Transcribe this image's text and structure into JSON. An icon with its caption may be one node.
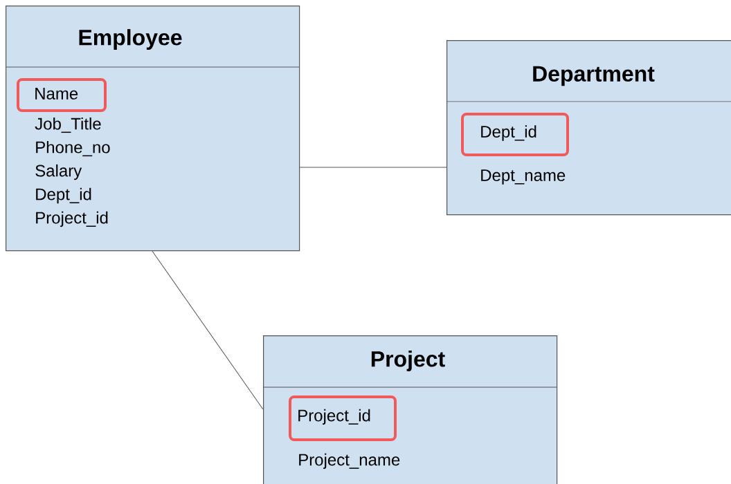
{
  "diagram": {
    "nodes": [
      {
        "text": [
          "Employee",
          "Job_Title",
          "Phone_no",
          "Salary",
          "Dept_id",
          "Project_id"
        ]
      },
      {
        "text": [
          "Name"
        ],
        "in": 0
      },
      {
        "text": [
          "Department",
          "Dept_name"
        ]
      },
      {
        "text": [
          "Dept_id"
        ],
        "in": 2
      },
      {
        "text": [
          "Project",
          "Project_name"
        ]
      },
      {
        "text": [
          "Project_id"
        ],
        "in": 4
      }
    ],
    "edges": [
      {
        "from": 0,
        "to": 2,
        "arrow": "none"
      },
      {
        "from": 0,
        "to": 4,
        "arrow": "none"
      }
    ]
  }
}
